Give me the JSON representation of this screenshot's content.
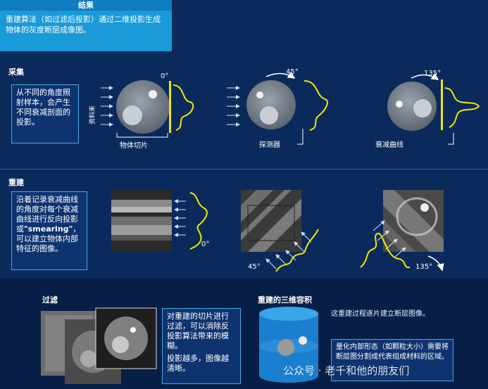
{
  "result": {
    "title": "结果",
    "text": "重建算法（如过滤后投影）通过二维投影生成物体的灰度断层成像图。"
  },
  "acquisition": {
    "title": "采集",
    "note": "从不同的角度照射样本，会产生不同衰减剖面的投影。",
    "angles": [
      "0°",
      "45°",
      "135°"
    ],
    "labels": {
      "source": "资料来",
      "slice": "物体切片",
      "detector": "探测器",
      "curve": "衰减曲线"
    }
  },
  "reconstruction": {
    "title": "重建",
    "note_before": "沿着记录衰减曲线的角度对每个衰减曲线进行反向投影或",
    "note_keyword": "\"smearing\"",
    "note_after": "，可以建立物体内部特征的图像。",
    "angles": [
      "0°",
      "45°",
      "135°"
    ]
  },
  "filtering": {
    "title": "过滤",
    "note1": "对重建的切片进行过滤，可以消除反投影算法带来的模糊。",
    "note2": "投影越多，图像越清晰。"
  },
  "volume": {
    "title": "重建的三维容积",
    "note1": "这重建过程逐片建立断层图像。",
    "note2": "量化内部形态（如颗粒大小）需要将断层图分割成代表组成材料的区域。"
  },
  "watermark": "公众号 · 老千和他的朋友们",
  "colors": {
    "background": "#0b2a5c",
    "accent": "#1a9ad6",
    "curve": "#f2e600",
    "box_border": "#4aa8e0"
  }
}
